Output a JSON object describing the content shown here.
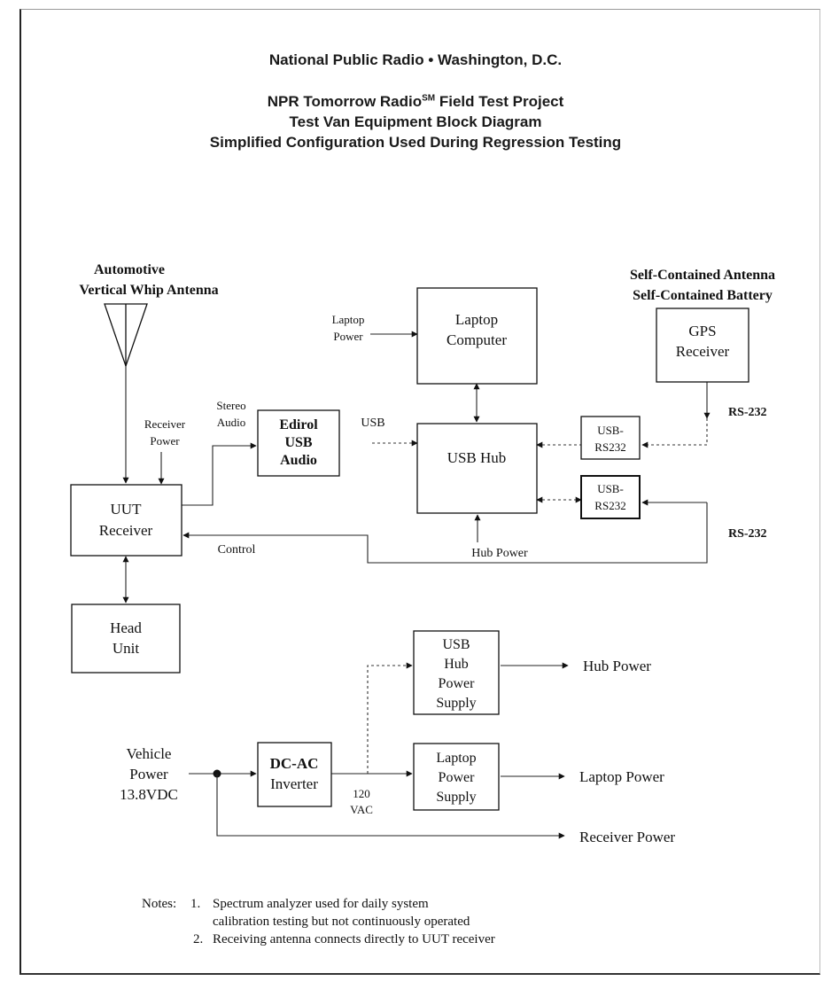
{
  "header": {
    "organization": "National Public Radio • Washington, D.C.",
    "title_prefix": "NPR Tomorrow Radio",
    "title_sup": "SM",
    "title_suffix": " Field Test Project",
    "subtitle": "Test Van Equipment Block Diagram",
    "subtitle2": "Simplified Configuration Used During Regression Testing"
  },
  "antenna": {
    "line1": "Automotive",
    "line2": "Vertical Whip Antenna"
  },
  "gps_notes": {
    "line1": "Self-Contained Antenna",
    "line2": "Self-Contained Battery"
  },
  "blocks": {
    "laptop": [
      "Laptop",
      "Computer"
    ],
    "gps": [
      "GPS",
      "Receiver"
    ],
    "edirol": [
      "Edirol",
      "USB",
      "Audio"
    ],
    "usb_hub": [
      "USB Hub"
    ],
    "usb_rs232_a": [
      "USB-",
      "RS232"
    ],
    "usb_rs232_b": [
      "USB-",
      "RS232"
    ],
    "uut": [
      "UUT",
      "Receiver"
    ],
    "head_unit": [
      "Head",
      "Unit"
    ],
    "hub_psu": [
      "USB",
      "Hub",
      "Power",
      "Supply"
    ],
    "dcac": [
      "DC-AC",
      "Inverter"
    ],
    "laptop_psu": [
      "Laptop",
      "Power",
      "Supply"
    ]
  },
  "labels": {
    "laptop_power_in": [
      "Laptop",
      "Power"
    ],
    "receiver_power_in": [
      "Receiver",
      "Power"
    ],
    "stereo_audio": [
      "Stereo",
      "Audio"
    ],
    "usb": "USB",
    "rs232_top": "RS-232",
    "rs232_bottom": "RS-232",
    "control": "Control",
    "hub_power_in": "Hub Power",
    "vehicle_power": [
      "Vehicle",
      "Power",
      "13.8VDC"
    ],
    "vac": [
      "120",
      "VAC"
    ],
    "hub_power_out": "Hub Power",
    "laptop_power_out": "Laptop Power",
    "receiver_power_out": "Receiver Power"
  },
  "notes": {
    "lead": "Notes:",
    "items": [
      {
        "number": "1.",
        "line1": "Spectrum analyzer used for daily system",
        "line2": "calibration testing but not continuously operated"
      },
      {
        "number": "2.",
        "line1": "Receiving antenna connects directly to UUT receiver"
      }
    ]
  }
}
